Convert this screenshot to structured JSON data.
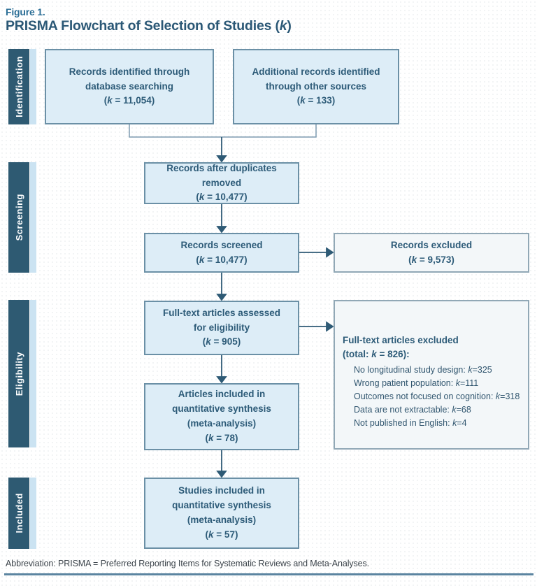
{
  "header": {
    "figure_label": "Figure 1.",
    "title": "PRISMA Flowchart of Selection of Studies (k)"
  },
  "stages": [
    {
      "label": "Identification"
    },
    {
      "label": "Screening"
    },
    {
      "label": "Eligibility"
    },
    {
      "label": "Included"
    }
  ],
  "boxes": {
    "identified_database": {
      "lines": [
        "Records identified through",
        "database searching",
        "(k = 11,054)"
      ]
    },
    "identified_other": {
      "lines": [
        "Additional records identified",
        "through other sources",
        "(k = 133)"
      ]
    },
    "duplicates_removed": {
      "lines": [
        "Records after duplicates",
        "removed",
        "(k = 10,477)"
      ]
    },
    "screened": {
      "lines": [
        "Records screened",
        "(k = 10,477)"
      ]
    },
    "records_excluded": {
      "lines": [
        "Records excluded",
        "(k = 9,573)"
      ]
    },
    "fulltext_assessed": {
      "lines": [
        "Full-text articles assessed",
        "for eligibility",
        "(k = 905)"
      ]
    },
    "fulltext_excluded": {
      "heading_lines": [
        "Full-text articles excluded",
        "(total: k = 826):"
      ],
      "reasons": [
        "No longitudinal study design: k=325",
        "Wrong patient population: k=111",
        "Outcomes not focused on cognition: k=318",
        "Data are not extractable: k=68",
        "Not published in English: k=4"
      ]
    },
    "articles_included": {
      "lines": [
        "Articles included in",
        "quantitative synthesis",
        "(meta-analysis)",
        "(k = 78)"
      ]
    },
    "studies_included": {
      "lines": [
        "Studies included in",
        "quantitative synthesis",
        "(meta-analysis)",
        "(k = 57)"
      ]
    }
  },
  "footer": {
    "abbreviation": "Abbreviation: PRISMA = Preferred Reporting Items for Systematic Reviews and Meta-Analyses."
  },
  "colors": {
    "stage_dark": "#2e5a72",
    "stage_accent": "#cbe3f2",
    "box_fill": "#ddedf7",
    "box_border": "#6b90a6",
    "excluded_fill": "#f3f7f9",
    "excluded_border": "#91a8b6",
    "figure_label": "#2b6e96",
    "title": "#2b5876",
    "arrow": "#2e5a75",
    "connector": "#7e9cb0",
    "footer_rule": "#5c85a1"
  }
}
